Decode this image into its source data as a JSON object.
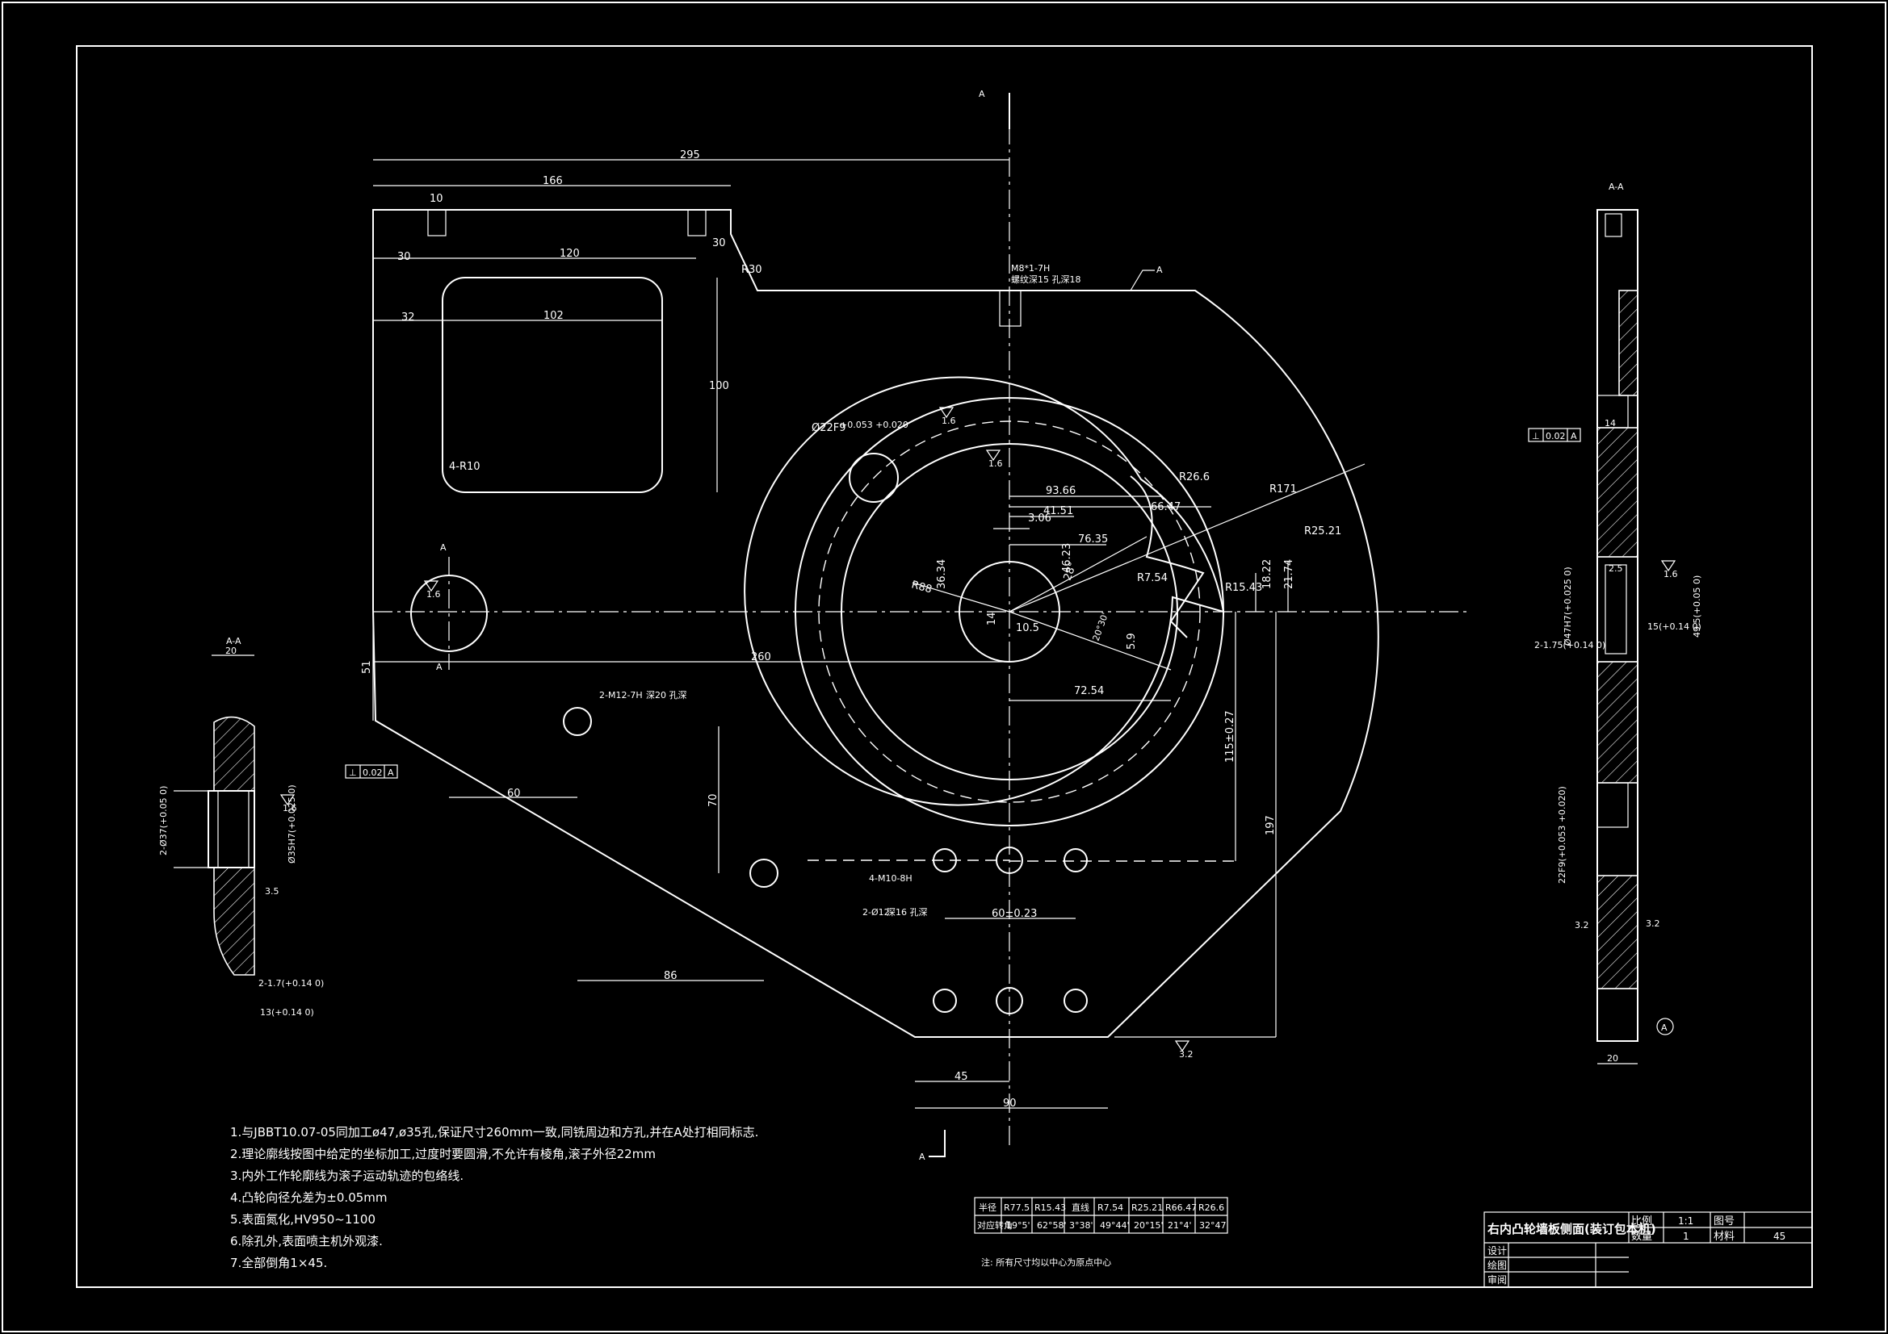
{
  "dimensions": {
    "d295": "295",
    "d166": "166",
    "d10": "10",
    "d30a": "30",
    "d30b": "30",
    "d120": "120",
    "d32": "32",
    "d102": "102",
    "d100": "100",
    "r10": "4-R10",
    "r30": "R30",
    "m8": "M8*1-7H",
    "m8sub": "螺纹深15 孔深18",
    "d22f9": "Ø22F9",
    "d22f9tol": "+0.053 +0.020",
    "d9366": "93.66",
    "d4151": "41.51",
    "d306": "3.06",
    "d6647": "66.47",
    "d7635": "76.35",
    "r266": "R26.6",
    "r171": "R171",
    "r2521": "R25.21",
    "r754": "R7.54",
    "r1543": "R15.43",
    "d1822": "18.22",
    "d2174": "21.74",
    "d3634": "36.34",
    "d4623": "46.23",
    "r88": "R88",
    "d14": "14",
    "d105": "10.5",
    "d59": "5.9",
    "d7254": "72.54",
    "d260": "260",
    "d51": "51",
    "d11527": "115±0.27",
    "d197": "197",
    "m12": "2-M12-7H",
    "m12sub": "深20 孔深",
    "d60": "60",
    "d70": "70",
    "d86": "86",
    "m10": "4-M10-8H",
    "d12": "2-Ø12",
    "d12sub": "深16 孔深",
    "d6023": "60±0.23",
    "d45": "45",
    "d90": "90",
    "ang28": "28°",
    "ang20": "20°30'"
  },
  "roughness": {
    "r16": "1.6",
    "r32": "3.2"
  },
  "section_labels": {
    "a": "A",
    "aa": "A-A",
    "datum": "A"
  },
  "left_section": {
    "title": "A-A",
    "w20": "20",
    "bore": "Ø35H7(+0.025 0)",
    "hole37": "2-Ø37(+0.05 0)",
    "d35": "3.5",
    "groove": "2-1.7(+0.14 0)",
    "d13": "13(+0.14 0)",
    "tol_sym": "⊥",
    "tol_val": "0.02",
    "tol_ref": "A"
  },
  "right_section": {
    "title": "A-A",
    "d14": "14",
    "d25": "2.5",
    "bore": "Ø47H7(+0.025 0)",
    "d15": "15(+0.14 0)",
    "d49": "49.5(+0.05 0)",
    "groove": "2-1.75(+0.14 0)",
    "d22f9": "22F9(+0.053 +0.020)",
    "d20": "20",
    "tol_sym": "⊥",
    "tol_val": "0.02",
    "tol_ref": "A",
    "rough32a": "3.2",
    "rough32b": "3.2"
  },
  "notes": [
    "1.与JBBT10.07-05同加工ø47,ø35孔,保证尺寸260mm一致,同铣周边和方孔,并在A处打相同标志.",
    "2.理论廓线按图中给定的坐标加工,过度时要圆滑,不允许有棱角,滚子外径22mm",
    "3.内外工作轮廓线为滚子运动轨迹的包络线.",
    "4.凸轮向径允差为±0.05mm",
    "5.表面氮化,HV950~1100",
    "6.除孔外,表面喷主机外观漆.",
    "7.全部倒角1×45."
  ],
  "table": {
    "row1": [
      "半径",
      "R77.5",
      "R15.43",
      "直线",
      "R7.54",
      "R25.21",
      "R66.47",
      "R26.6"
    ],
    "row2": [
      "对应转角",
      "19°5'",
      "62°58'",
      "3°38'",
      "49°44'",
      "20°15'",
      "21°4'",
      "32°47'"
    ],
    "footnote": "注: 所有尺寸均以中心为原点中心"
  },
  "title_block": {
    "title": "右内凸轮墙板侧面(装订包本机)",
    "scale_label": "比例",
    "scale": "1:1",
    "drawno_label": "图号",
    "drawno": "",
    "qty_label": "数量",
    "qty": "1",
    "material_label": "材料",
    "material": "45",
    "design": "设计",
    "draw": "绘图",
    "check": "审阅"
  }
}
